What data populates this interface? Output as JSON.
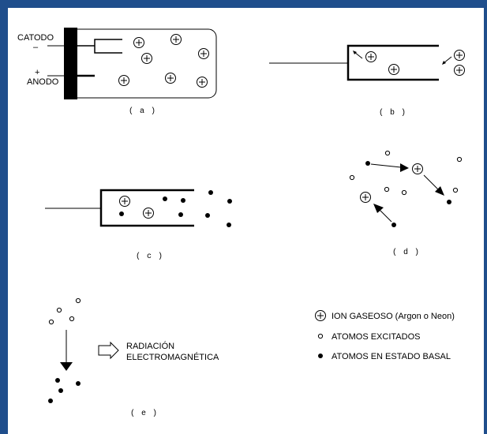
{
  "panel_a": {
    "cathode_label": "CATODO",
    "cathode_sign": "–",
    "anode_sign": "+",
    "anode_label": "ANODO",
    "caption": "( a )"
  },
  "panel_b": {
    "caption": "( b )"
  },
  "panel_c": {
    "caption": "( c )"
  },
  "panel_d": {
    "caption": "( d )"
  },
  "panel_e": {
    "radiation_line1": "RADIACIÓN",
    "radiation_line2": "ELECTROMAGNÉTICA",
    "caption": "( e )"
  },
  "legend": {
    "ion_label": "ION GASEOSO (Argon o Neon)",
    "excited_label": "ATOMOS EXCITADOS",
    "ground_label": "ATOMOS EN ESTADO BASAL"
  },
  "icons": {
    "ion": "circle-plus-icon",
    "excited_atom": "hollow-dot-icon",
    "ground_atom": "filled-dot-icon"
  },
  "colors": {
    "frame": "#1f4e8c",
    "ink": "#000000"
  }
}
